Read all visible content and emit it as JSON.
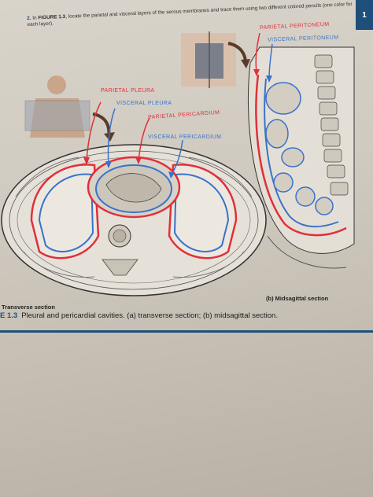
{
  "page": {
    "tab_number": "1",
    "instruction": {
      "number": "2.",
      "text_before": "In",
      "figure_ref": "FIGURE 1.3",
      "text_after": ", locate the parietal and visceral layers of the serous membranes and trace them using two different colored pencils (one color for each layer)."
    }
  },
  "labels": {
    "parietal_pleura": "PARIETAL PLEURA",
    "visceral_pleura": "VISCERAL PLEURA",
    "parietal_pericardium": "PARIETAL PERICARDIUM",
    "visceral_pericardium": "VISCERAL PERICARDIUM",
    "parietal_peritoneum": "PARIETAL PERITONEUM",
    "visceral_peritoneum": "VISCERAL PERITONEUM"
  },
  "captions": {
    "transverse": "Transverse section",
    "midsagittal": "(b) Midsagittal section",
    "figure_number": "E 1.3",
    "figure_text": "Pleural and pericardial cavities. (a) transverse section; (b) midsagittal section."
  },
  "colors": {
    "parietal": "#e0303a",
    "visceral": "#3a72c9",
    "accent": "#1d4f7a"
  }
}
